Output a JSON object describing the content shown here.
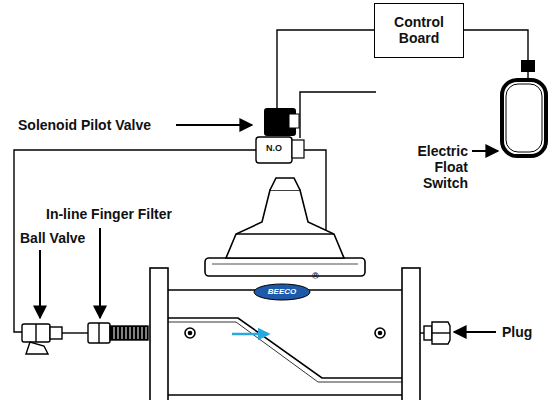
{
  "diagram": {
    "nodes": [
      {
        "text": [
          "Control Board"
        ]
      },
      {
        "text": [
          "N.O"
        ]
      }
    ],
    "edges": [
      {
        "from": 0,
        "to": 1,
        "arrow": "none"
      }
    ],
    "labels": [
      "Solenoid Pilot Valve",
      "Electric Float Switch",
      "In-line Finger Filter",
      "Ball Valve",
      "Plug",
      "BEECO",
      "®"
    ]
  }
}
